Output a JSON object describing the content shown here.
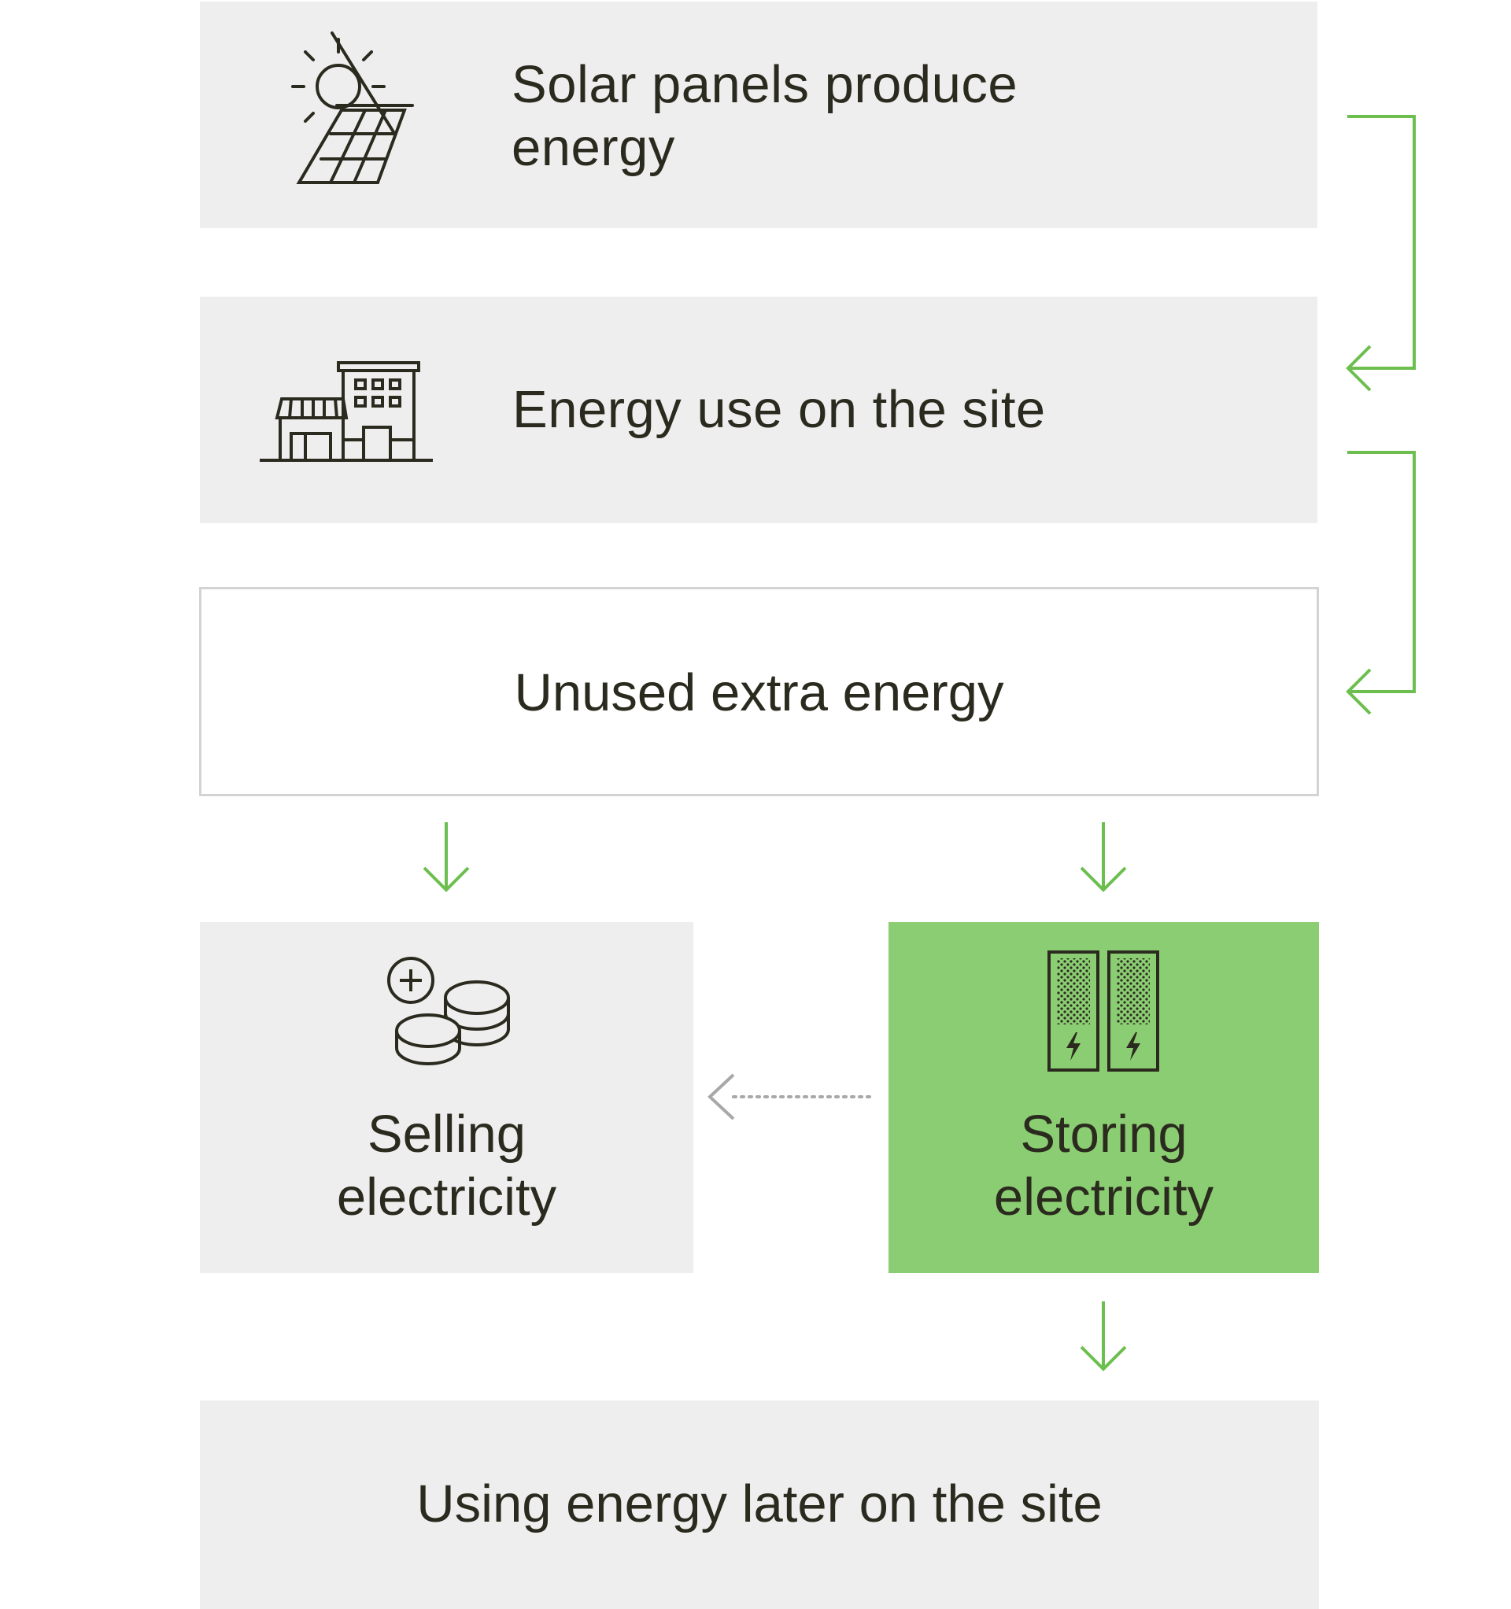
{
  "steps": {
    "solar": {
      "label": "Solar panels produce energy",
      "icon": "solar-panel-icon"
    },
    "site_use": {
      "label": "Energy use on the site",
      "icon": "building-icon"
    },
    "unused": {
      "label": "Unused extra energy"
    },
    "selling": {
      "label": "Selling electricity",
      "icon": "coins-icon"
    },
    "storing": {
      "label": "Storing electricity",
      "icon": "battery-icon"
    },
    "later": {
      "label": "Using energy later on the site"
    }
  },
  "colors": {
    "panel_grey": "#efeeee",
    "highlight_green": "#8bcd72",
    "arrow_green": "#6cbf4f",
    "text_dark": "#2b2a1e",
    "dotted_grey": "#a8a8a8"
  }
}
